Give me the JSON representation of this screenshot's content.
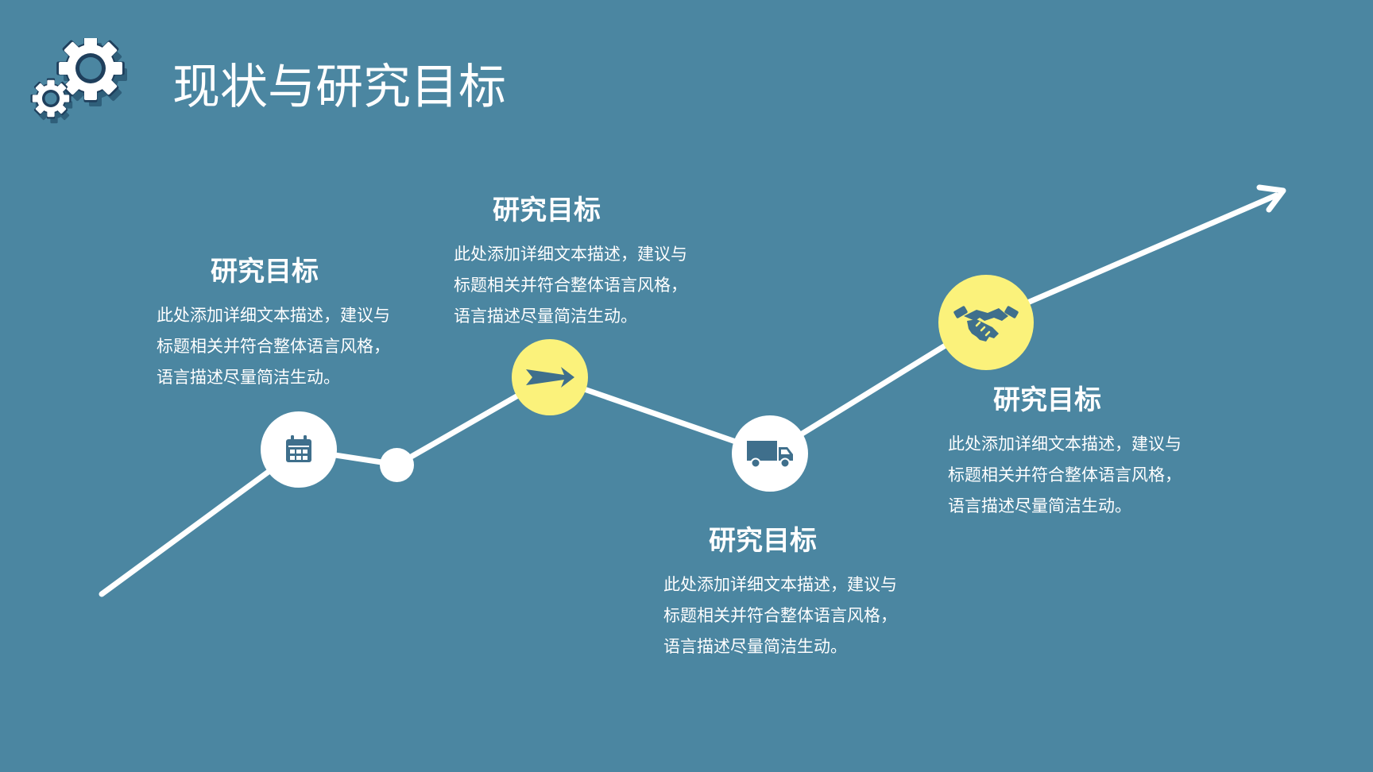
{
  "page": {
    "title": "现状与研究目标",
    "background_color": "#4b86a1",
    "accent_color": "#fbf27b",
    "line_color": "#ffffff",
    "icon_color": "#3f6f8c"
  },
  "milestones": [
    {
      "icon": "calendar-icon",
      "title": "研究目标",
      "desc": [
        "此处添加详细文本描述，建议与",
        "标题相关并符合整体语言风格，",
        "语言描述尽量简洁生动。"
      ]
    },
    {
      "icon": "arrow-icon",
      "title": "研究目标",
      "desc": [
        "此处添加详细文本描述，建议与",
        "标题相关并符合整体语言风格，",
        "语言描述尽量简洁生动。"
      ]
    },
    {
      "icon": "truck-icon",
      "title": "研究目标",
      "desc": [
        "此处添加详细文本描述，建议与",
        "标题相关并符合整体语言风格，",
        "语言描述尽量简洁生动。"
      ]
    },
    {
      "icon": "handshake-icon",
      "title": "研究目标",
      "desc": [
        "此处添加详细文本描述，建议与",
        "标题相关并符合整体语言风格，",
        "语言描述尽量简洁生动。"
      ]
    }
  ]
}
